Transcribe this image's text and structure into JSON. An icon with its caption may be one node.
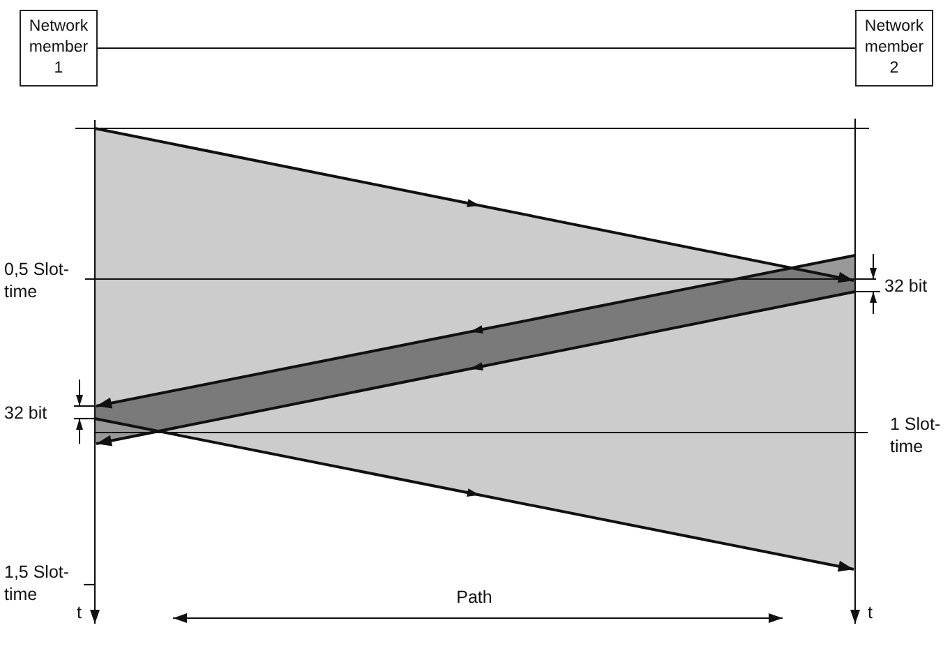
{
  "diagram": {
    "nodes": [
      {
        "text": [
          "Network member 1"
        ]
      },
      {
        "text": [
          "Network member 2"
        ]
      }
    ],
    "edges": [
      {
        "from": 0,
        "to": 1,
        "arrow": "none"
      }
    ],
    "labels": [
      "0,5 Slot-time",
      "32 bit",
      "32 bit",
      "1 Slot-time",
      "1,5 Slot-time",
      "t",
      "Path",
      "t"
    ]
  }
}
